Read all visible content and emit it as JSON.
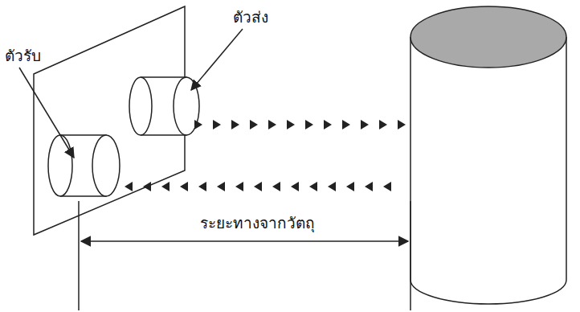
{
  "diagram": {
    "labels": [
      "ตัวรับ",
      "ตัวส่ง",
      "ระยะทางจากวัตถุ"
    ]
  }
}
